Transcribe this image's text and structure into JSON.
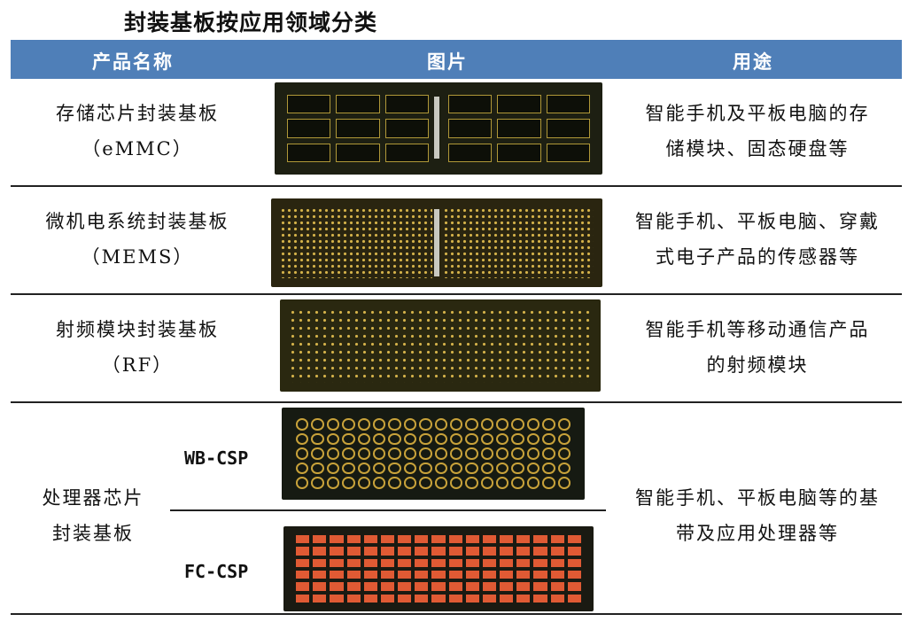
{
  "title": "封装基板按应用领域分类",
  "header": {
    "col1": "产品名称",
    "col2": "图片",
    "col3": "用途"
  },
  "rows": [
    {
      "name_line1": "存储芯片封装基板",
      "name_line2": "（eMMC）",
      "use_line1": "智能手机及平板电脑的存",
      "use_line2": "储模块、固态硬盘等"
    },
    {
      "name_line1": "微机电系统封装基板",
      "name_line2": "（MEMS）",
      "use_line1": "智能手机、平板电脑、穿戴",
      "use_line2": "式电子产品的传感器等"
    },
    {
      "name_line1": "射频模块封装基板",
      "name_line2": "（RF）",
      "use_line1": "智能手机等移动通信产品",
      "use_line2": "的射频模块"
    },
    {
      "name_line1": "处理器芯片",
      "name_line2": "封装基板",
      "sub1": "WB-CSP",
      "sub2": "FC-CSP",
      "use_line1": "智能手机、平板电脑等的基",
      "use_line2": "带及应用处理器等"
    }
  ],
  "colors": {
    "header_bg": "#4f7fb8",
    "header_text": "#ffffff"
  }
}
